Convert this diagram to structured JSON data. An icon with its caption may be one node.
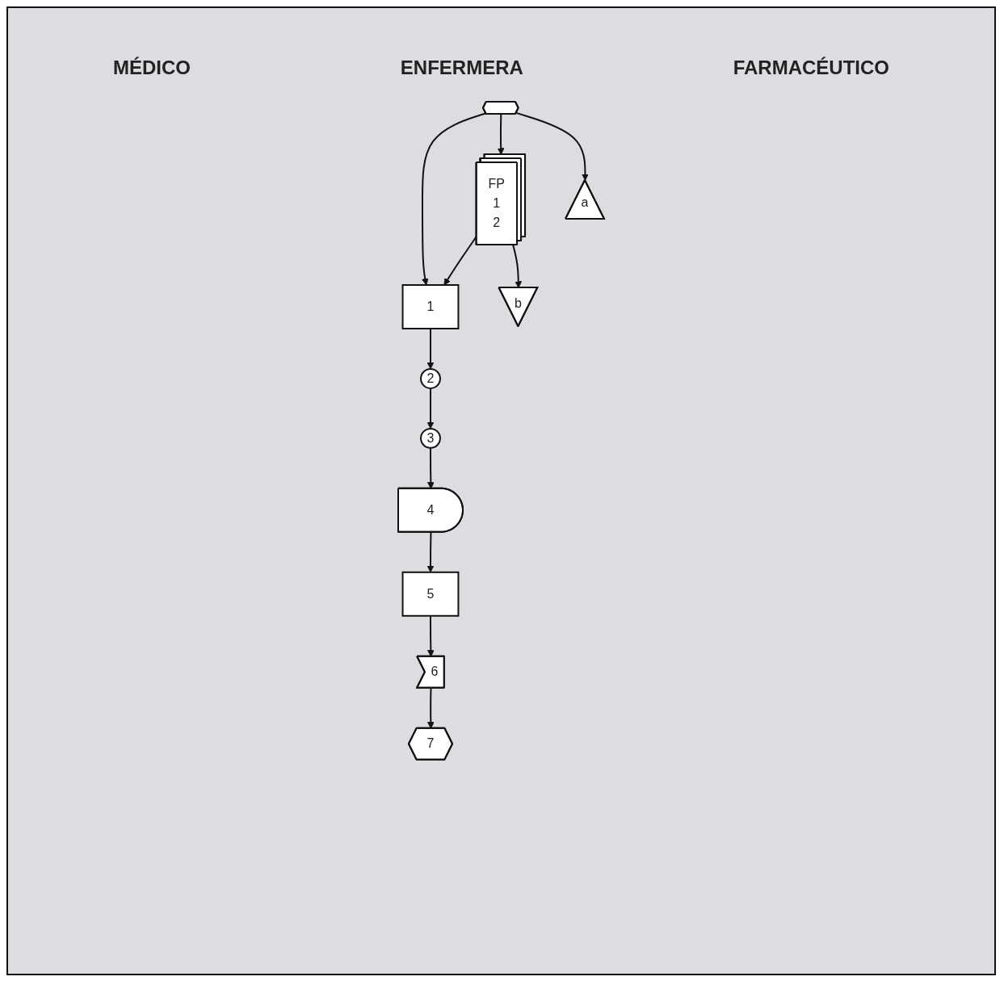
{
  "diagram": {
    "nodes": [
      {
        "text": [],
        "shape": "hexagon"
      },
      {
        "text": [
          "a"
        ]
      },
      {
        "text": [
          "FP",
          "1",
          "2"
        ]
      },
      {
        "text": [
          "b"
        ]
      },
      {
        "text": [
          "1"
        ]
      },
      {
        "text": [
          "2"
        ]
      },
      {
        "text": [
          "3"
        ]
      },
      {
        "text": [
          "4"
        ]
      },
      {
        "text": [
          "5"
        ]
      },
      {
        "text": [
          "6"
        ]
      },
      {
        "text": [
          "7"
        ]
      }
    ],
    "edges": [
      {
        "from": 0,
        "to": 4,
        "arrow": "to"
      },
      {
        "from": 0,
        "to": 2,
        "arrow": "to"
      },
      {
        "from": 0,
        "to": 1,
        "arrow": "to"
      },
      {
        "from": 2,
        "to": 4,
        "arrow": "to"
      },
      {
        "from": 2,
        "to": 3,
        "arrow": "to"
      },
      {
        "from": 4,
        "to": 5,
        "arrow": "to"
      },
      {
        "from": 5,
        "to": 6,
        "arrow": "to"
      },
      {
        "from": 6,
        "to": 7,
        "arrow": "to"
      },
      {
        "from": 7,
        "to": 8,
        "arrow": "to"
      },
      {
        "from": 8,
        "to": 9,
        "arrow": "to"
      },
      {
        "from": 9,
        "to": 10,
        "arrow": "to"
      }
    ],
    "labels": [
      "MÉDICO",
      "ENFERMERA",
      "FARMACÉUTICO"
    ]
  }
}
